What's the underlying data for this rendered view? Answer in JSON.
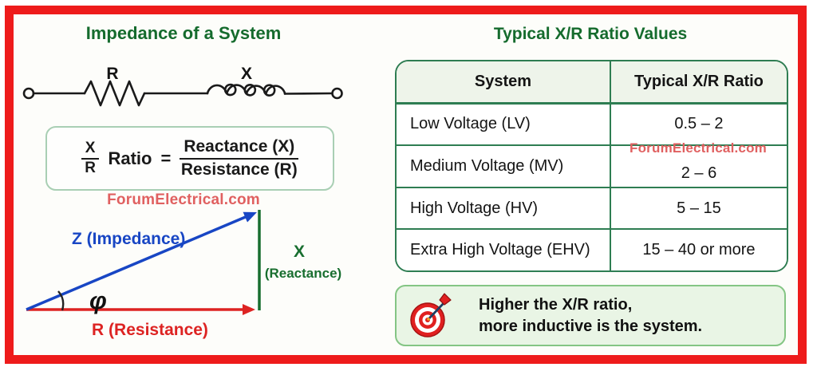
{
  "left": {
    "title": "Impedance of a System",
    "circuit": {
      "resistor_label": "R",
      "inductor_label": "X"
    },
    "formula": {
      "small_numerator": "X",
      "small_denominator": "R",
      "ratio_word": "Ratio",
      "equals_sign": "=",
      "numerator": "Reactance (X)",
      "denominator": "Resistance (R)"
    },
    "watermark": "ForumElectrical.com",
    "triangle": {
      "z_label": "Z (Impedance)",
      "x_label": "X",
      "x_sublabel": "(Reactance)",
      "r_label": "R (Resistance)",
      "angle_label": "φ"
    }
  },
  "right": {
    "title": "Typical X/R Ratio Values",
    "table": {
      "headers": [
        "System",
        "Typical X/R Ratio"
      ],
      "rows": [
        {
          "system": "Low Voltage (LV)",
          "ratio": "0.5 – 2"
        },
        {
          "system": "Medium Voltage (MV)",
          "ratio": "2 – 6"
        },
        {
          "system": "High Voltage (HV)",
          "ratio": "5 – 15"
        },
        {
          "system": "Extra High Voltage (EHV)",
          "ratio": "15 – 40 or more"
        }
      ]
    },
    "watermark": "ForumElectrical.com",
    "note": {
      "line1": "Higher the X/R ratio,",
      "line2": "more inductive is the system."
    }
  },
  "colors": {
    "frame_red": "#ee1b1b",
    "heading_green": "#156b2d",
    "table_border_green": "#2e7d52",
    "table_header_bg": "#eef4ea",
    "note_bg": "#e9f5e5",
    "note_border": "#84c584",
    "watermark_pink": "#e06060",
    "impedance_blue": "#1846c4",
    "resistance_red": "#dd2322",
    "reactance_green": "#186e2f",
    "target_red": "#e02020"
  }
}
